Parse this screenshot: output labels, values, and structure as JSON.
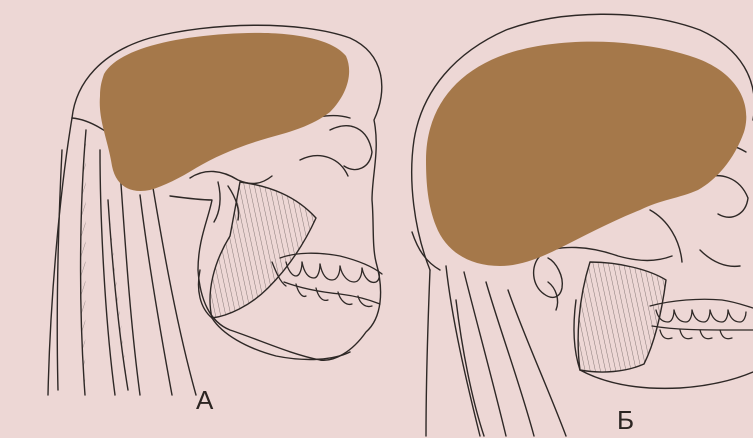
{
  "figure": {
    "panels": [
      {
        "id": "a",
        "label": "А",
        "subject": "ape-skull-and-neck"
      },
      {
        "id": "b",
        "label": "Б",
        "subject": "human-skull-and-neck"
      }
    ],
    "colors": {
      "background": "#edd7d5",
      "brain_fill": "#a5784a",
      "line": "#2e2826"
    }
  }
}
